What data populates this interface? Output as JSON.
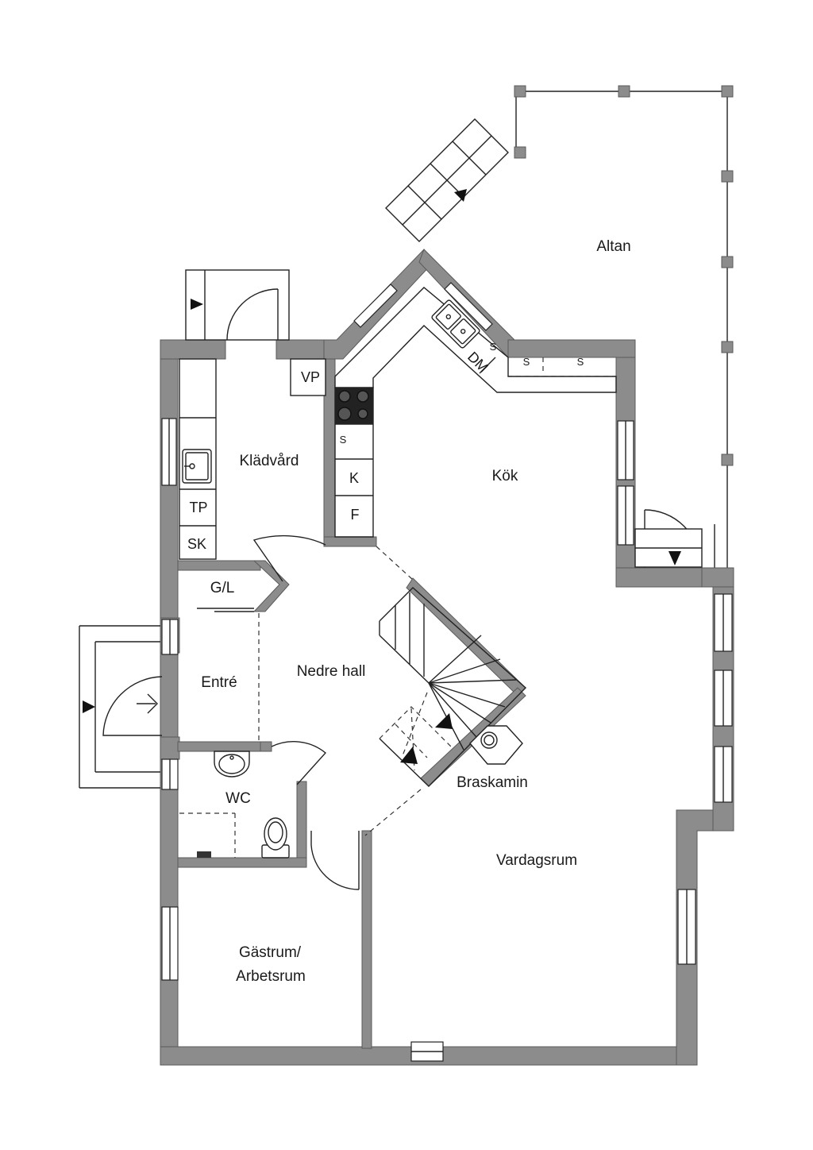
{
  "rooms": {
    "altan": "Altan",
    "kladvard": "Klädvård",
    "kok": "Kök",
    "gl": "G/L",
    "entre": "Entré",
    "nedre_hall": "Nedre hall",
    "wc": "WC",
    "braskamin": "Braskamin",
    "vardagsrum": "Vardagsrum",
    "gastrum_line1": "Gästrum/",
    "gastrum_line2": "Arbetsrum"
  },
  "fixtures": {
    "vp": "VP",
    "tp": "TP",
    "sk": "SK",
    "k": "K",
    "f": "F",
    "dm": "DM",
    "s": "S"
  },
  "colors": {
    "wall": "#8c8c8c",
    "line": "#222222",
    "background": "#ffffff"
  }
}
